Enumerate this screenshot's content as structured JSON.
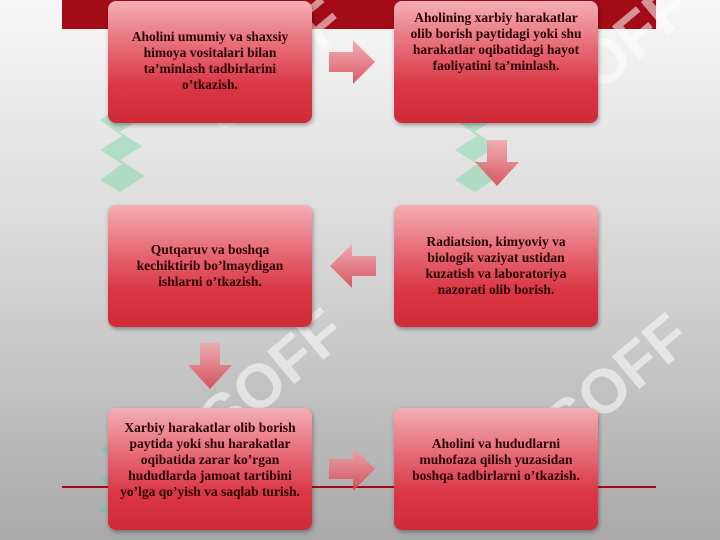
{
  "steps": [
    {
      "text": "Aholini umumiy va shaxsiy himoya vositalari bilan ta’minlash tadbirlarini o’tkazish."
    },
    {
      "text": "Aholining xarbiy harakatlar olib borish paytidagi yoki shu harakatlar oqibatidagi hayot faoliyatini ta’minlash."
    },
    {
      "text": "Qutqaruv va boshqa kechiktirib bo’lmaydigan ishlarni o’tkazish."
    },
    {
      "text": "Radiatsion, kimyoviy va biologik vaziyat ustidan kuzatish va laboratoriya nazorati olib borish."
    },
    {
      "text": "Xarbiy harakatlar olib borish paytida yoki shu harakatlar oqibatida zarar ko’rgan hududlarda jamoat tartibini yo’lga qo’yish va saqlab turish."
    },
    {
      "text": "Aholini va hududlarni muhofaza qilish yuzasidan boshqa tadbirlarni o’tkazish."
    }
  ],
  "watermark": {
    "text": "SOFF"
  },
  "colors": {
    "accent": "#a30c16",
    "box": "#d83543",
    "arrow": "#e05a66",
    "watermark": "#49d08a"
  }
}
